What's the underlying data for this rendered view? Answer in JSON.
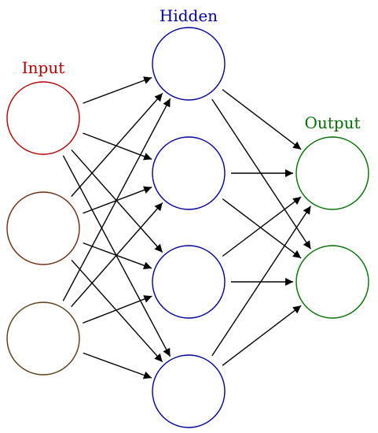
{
  "layers": [
    {
      "key": "input",
      "label": "Input",
      "color": "#b30000",
      "nodes": [
        {
          "id": "input-1",
          "stroke": "#b30000"
        },
        {
          "id": "input-2",
          "stroke": "#6b2a0e"
        },
        {
          "id": "input-3",
          "stroke": "#5a3a12"
        }
      ]
    },
    {
      "key": "hidden",
      "label": "Hidden",
      "color": "#00009c",
      "nodes": [
        {
          "id": "hidden-1",
          "stroke": "#00009c"
        },
        {
          "id": "hidden-2",
          "stroke": "#00009c"
        },
        {
          "id": "hidden-3",
          "stroke": "#00009c"
        },
        {
          "id": "hidden-4",
          "stroke": "#00009c"
        }
      ]
    },
    {
      "key": "output",
      "label": "Output",
      "color": "#007000",
      "nodes": [
        {
          "id": "output-1",
          "stroke": "#007000"
        },
        {
          "id": "output-2",
          "stroke": "#007000"
        }
      ]
    }
  ],
  "connections": "fully-connected",
  "arrow_color": "#000000"
}
